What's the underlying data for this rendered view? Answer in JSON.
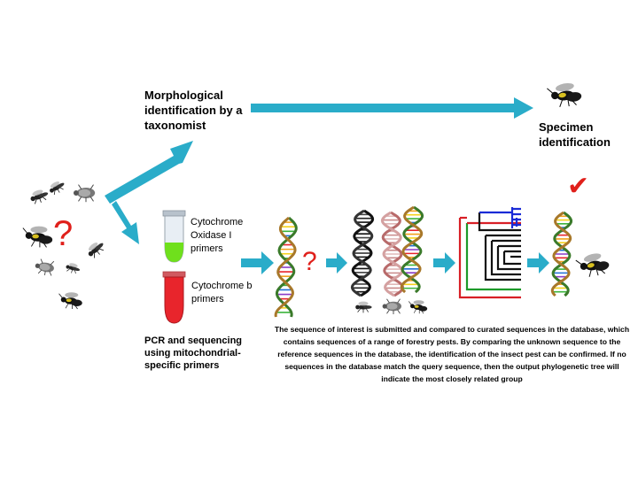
{
  "labels": {
    "morphological": "Morphological identification by a taxonomist",
    "specimen": "Specimen identification",
    "coi_primers": "Cytochrome Oxidase I primers",
    "cytb_primers": "Cytochrome b primers",
    "pcr": "PCR and sequencing using mitochondrial-specific primers",
    "description": "The sequence of interest is submitted and compared to curated sequences in the database, which contains sequences of a range of forestry pests. By comparing the unknown sequence to the reference sequences in the database, the identification of the insect pest can be confirmed. If no sequences in the database match the query sequence, then the output phylogenetic tree will indicate the most closely related group"
  },
  "symbols": {
    "question_mark": "?",
    "check_mark": "✔"
  },
  "colors": {
    "arrow": "#2aacc9",
    "question": "#e0201b",
    "check": "#e0201b",
    "coi_liquid": "#6fe01c",
    "cytb_liquid": "#e8252c",
    "tree_blue": "#1a2bd6",
    "tree_red": "#d81f26",
    "tree_green": "#1d9a2a"
  },
  "icons": [
    "insect-icon",
    "dna-helix-icon",
    "tube-icon",
    "phylogenetic-tree-icon",
    "arrow-icon"
  ]
}
